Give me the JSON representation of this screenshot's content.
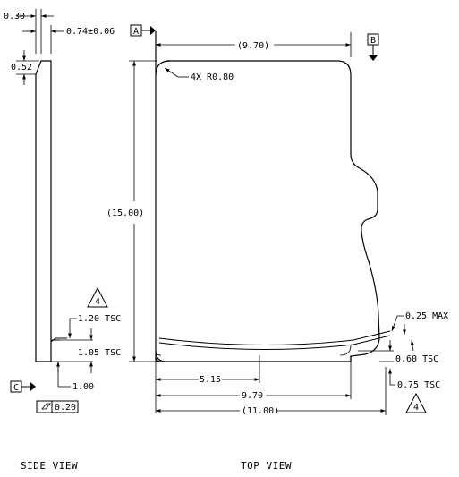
{
  "side_view": {
    "title": "SIDE VIEW",
    "dim_thickness_top": "0.30",
    "dim_thickness": "0.74±0.06",
    "dim_chamfer": "0.52",
    "note_num": "4",
    "dim_step_tsc": "1.20 TSC",
    "dim_lower_tsc": "1.05 TSC",
    "dim_bottom": "1.00",
    "datum_c": "C",
    "flatness_value": "0.20"
  },
  "top_view": {
    "title": "TOP VIEW",
    "datum_a": "A",
    "datum_b": "B",
    "dim_top_width": "(9.70)",
    "corner_radius": "4X R0.80",
    "dim_height": "(15.00)",
    "dim_max": "0.25 MAX",
    "dim_tsc_060": "0.60 TSC",
    "dim_tsc_075": "0.75 TSC",
    "note_num": "4",
    "dim_515": "5.15",
    "dim_970": "9.70",
    "dim_overall": "(11.00)"
  }
}
